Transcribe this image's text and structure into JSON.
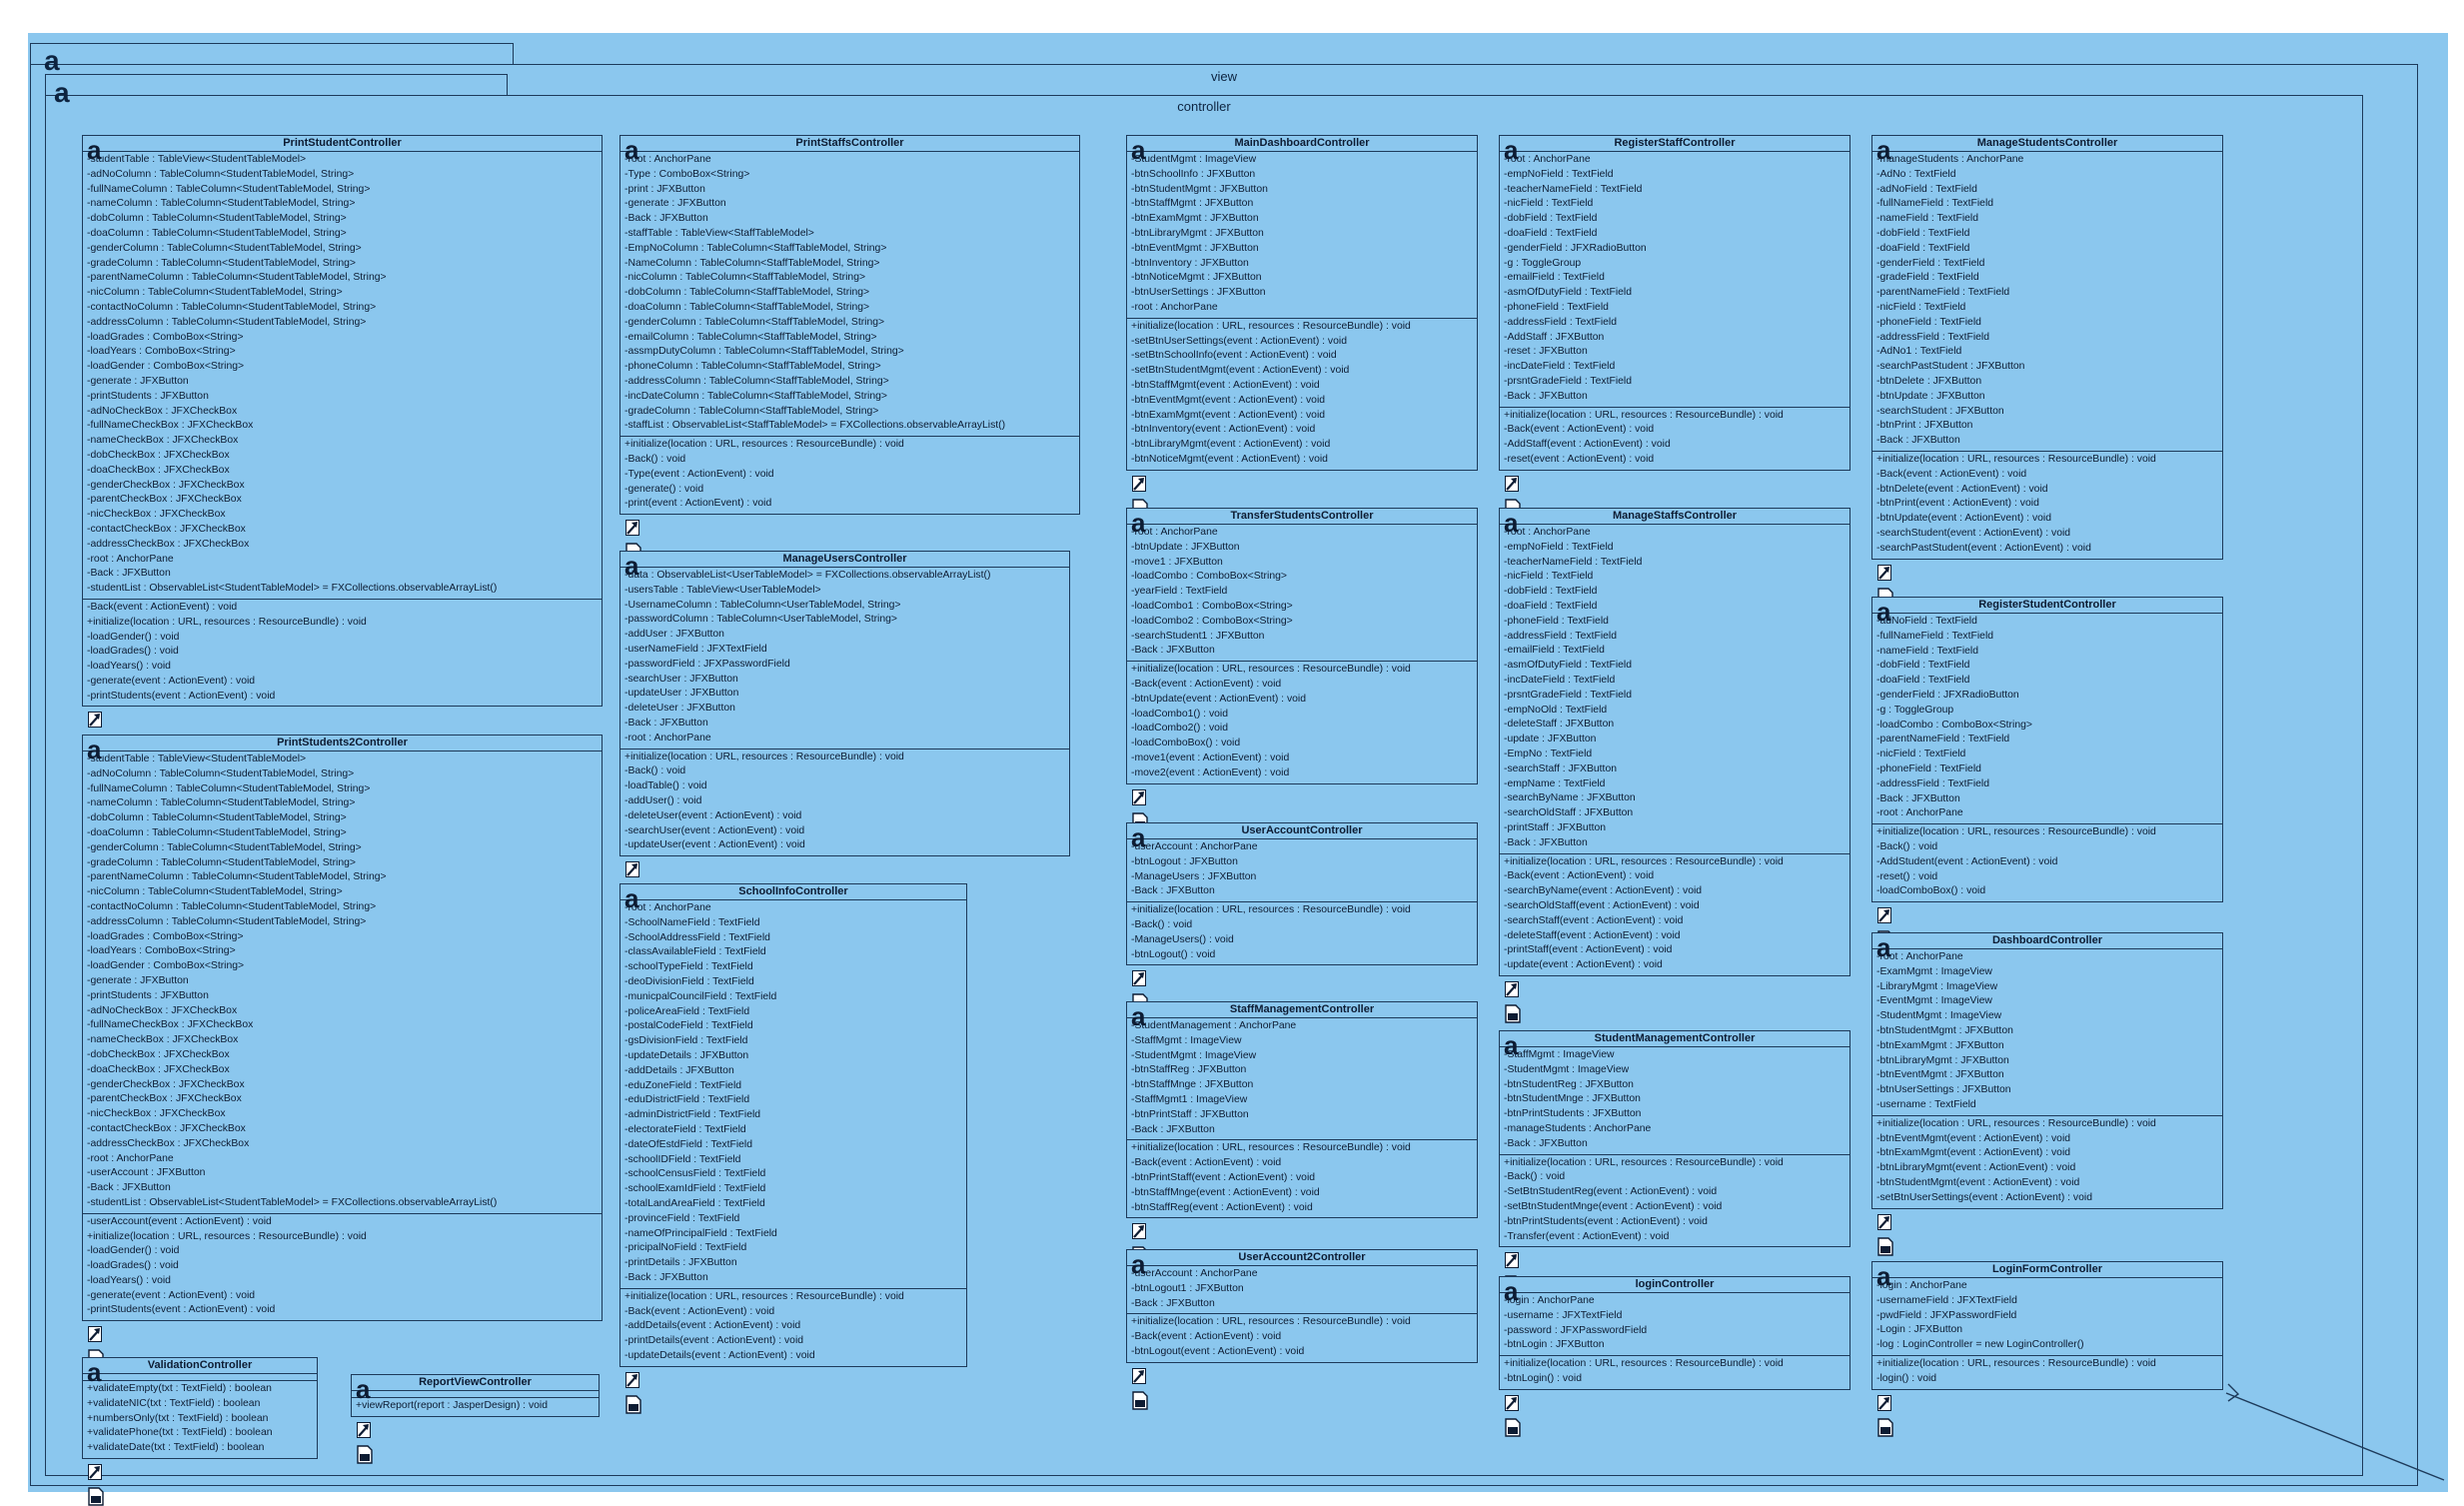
{
  "packages": {
    "outer": {
      "name": "view"
    },
    "inner": {
      "name": "controller"
    }
  },
  "classes": [
    {
      "name": "PrintStudentController",
      "attributes": [
        "-studentTable : TableView<StudentTableModel>",
        "-adNoColumn : TableColumn<StudentTableModel, String>",
        "-fullNameColumn : TableColumn<StudentTableModel, String>",
        "-nameColumn : TableColumn<StudentTableModel, String>",
        "-dobColumn : TableColumn<StudentTableModel, String>",
        "-doaColumn : TableColumn<StudentTableModel, String>",
        "-genderColumn : TableColumn<StudentTableModel, String>",
        "-gradeColumn : TableColumn<StudentTableModel, String>",
        "-parentNameColumn : TableColumn<StudentTableModel, String>",
        "-nicColumn : TableColumn<StudentTableModel, String>",
        "-contactNoColumn : TableColumn<StudentTableModel, String>",
        "-addressColumn : TableColumn<StudentTableModel, String>",
        "-loadGrades : ComboBox<String>",
        "-loadYears : ComboBox<String>",
        "-loadGender : ComboBox<String>",
        "-generate : JFXButton",
        "-printStudents : JFXButton",
        "-adNoCheckBox : JFXCheckBox",
        "-fullNameCheckBox : JFXCheckBox",
        "-nameCheckBox : JFXCheckBox",
        "-dobCheckBox : JFXCheckBox",
        "-doaCheckBox : JFXCheckBox",
        "-genderCheckBox : JFXCheckBox",
        "-parentCheckBox : JFXCheckBox",
        "-nicCheckBox : JFXCheckBox",
        "-contactCheckBox : JFXCheckBox",
        "-addressCheckBox : JFXCheckBox",
        "-root : AnchorPane",
        "-Back : JFXButton",
        "-studentList : ObservableList<StudentTableModel> = FXCollections.observableArrayList()"
      ],
      "operations": [
        "-Back(event : ActionEvent) : void",
        "+initialize(location : URL, resources : ResourceBundle) : void",
        "-loadGender() : void",
        "-loadGrades() : void",
        "-loadYears() : void",
        "-generate(event : ActionEvent) : void",
        "-printStudents(event : ActionEvent) : void"
      ]
    },
    {
      "name": "PrintStudents2Controller",
      "attributes": [
        "-studentTable : TableView<StudentTableModel>",
        "-adNoColumn : TableColumn<StudentTableModel, String>",
        "-fullNameColumn : TableColumn<StudentTableModel, String>",
        "-nameColumn : TableColumn<StudentTableModel, String>",
        "-dobColumn : TableColumn<StudentTableModel, String>",
        "-doaColumn : TableColumn<StudentTableModel, String>",
        "-genderColumn : TableColumn<StudentTableModel, String>",
        "-gradeColumn : TableColumn<StudentTableModel, String>",
        "-parentNameColumn : TableColumn<StudentTableModel, String>",
        "-nicColumn : TableColumn<StudentTableModel, String>",
        "-contactNoColumn : TableColumn<StudentTableModel, String>",
        "-addressColumn : TableColumn<StudentTableModel, String>",
        "-loadGrades : ComboBox<String>",
        "-loadYears : ComboBox<String>",
        "-loadGender : ComboBox<String>",
        "-generate : JFXButton",
        "-printStudents : JFXButton",
        "-adNoCheckBox : JFXCheckBox",
        "-fullNameCheckBox : JFXCheckBox",
        "-nameCheckBox : JFXCheckBox",
        "-dobCheckBox : JFXCheckBox",
        "-doaCheckBox : JFXCheckBox",
        "-genderCheckBox : JFXCheckBox",
        "-parentCheckBox : JFXCheckBox",
        "-nicCheckBox : JFXCheckBox",
        "-contactCheckBox : JFXCheckBox",
        "-addressCheckBox : JFXCheckBox",
        "-root : AnchorPane",
        "-userAccount : JFXButton",
        "-Back : JFXButton",
        "-studentList : ObservableList<StudentTableModel> = FXCollections.observableArrayList()"
      ],
      "operations": [
        "-userAccount(event : ActionEvent) : void",
        "+initialize(location : URL, resources : ResourceBundle) : void",
        "-loadGender() : void",
        "-loadGrades() : void",
        "-loadYears() : void",
        "-generate(event : ActionEvent) : void",
        "-printStudents(event : ActionEvent) : void"
      ]
    },
    {
      "name": "ValidationController",
      "attributes": [],
      "operations": [
        "+validateEmpty(txt : TextField) : boolean",
        "+validateNIC(txt : TextField) : boolean",
        "+numbersOnly(txt : TextField) : boolean",
        "+validatePhone(txt : TextField) : boolean",
        "+validateDate(txt : TextField) : boolean"
      ]
    },
    {
      "name": "ReportViewController",
      "attributes": [],
      "operations": [
        "+viewReport(report : JasperDesign) : void"
      ]
    },
    {
      "name": "PrintStaffsController",
      "attributes": [
        "-root : AnchorPane",
        "-Type : ComboBox<String>",
        "-print : JFXButton",
        "-generate : JFXButton",
        "-Back : JFXButton",
        "-staffTable : TableView<StaffTableModel>",
        "-EmpNoColumn : TableColumn<StaffTableModel, String>",
        "-NameColumn : TableColumn<StaffTableModel, String>",
        "-nicColumn : TableColumn<StaffTableModel, String>",
        "-dobColumn : TableColumn<StaffTableModel, String>",
        "-doaColumn : TableColumn<StaffTableModel, String>",
        "-genderColumn : TableColumn<StaffTableModel, String>",
        "-emailColumn : TableColumn<StaffTableModel, String>",
        "-assmpDutyColumn : TableColumn<StaffTableModel, String>",
        "-phoneColumn : TableColumn<StaffTableModel, String>",
        "-addressColumn : TableColumn<StaffTableModel, String>",
        "-incDateColumn : TableColumn<StaffTableModel, String>",
        "-gradeColumn : TableColumn<StaffTableModel, String>",
        "-staffList : ObservableList<StaffTableModel> = FXCollections.observableArrayList()"
      ],
      "operations": [
        "+initialize(location : URL, resources : ResourceBundle) : void",
        "-Back() : void",
        "-Type(event : ActionEvent) : void",
        "-generate() : void",
        "-print(event : ActionEvent) : void"
      ]
    },
    {
      "name": "ManageUsersController",
      "attributes": [
        "-data : ObservableList<UserTableModel> = FXCollections.observableArrayList()",
        "-usersTable : TableView<UserTableModel>",
        "-UsernameColumn : TableColumn<UserTableModel, String>",
        "-passwordColumn : TableColumn<UserTableModel, String>",
        "-addUser : JFXButton",
        "-userNameField : JFXTextField",
        "-passwordField : JFXPasswordField",
        "-searchUser : JFXButton",
        "-updateUser : JFXButton",
        "-deleteUser : JFXButton",
        "-Back : JFXButton",
        "-root : AnchorPane"
      ],
      "operations": [
        "+initialize(location : URL, resources : ResourceBundle) : void",
        "-Back() : void",
        "-loadTable() : void",
        "-addUser() : void",
        "-deleteUser(event : ActionEvent) : void",
        "-searchUser(event : ActionEvent) : void",
        "-updateUser(event : ActionEvent) : void"
      ]
    },
    {
      "name": "SchoolInfoController",
      "attributes": [
        "-root : AnchorPane",
        "-SchoolNameField : TextField",
        "-SchoolAddressField : TextField",
        "-classAvailableField : TextField",
        "-schoolTypeField : TextField",
        "-deoDivisionField : TextField",
        "-municpalCouncilField : TextField",
        "-policeAreaField : TextField",
        "-postalCodeField : TextField",
        "-gsDivisionField : TextField",
        "-updateDetails : JFXButton",
        "-addDetails : JFXButton",
        "-eduZoneField : TextField",
        "-eduDistrictField : TextField",
        "-adminDistrictField : TextField",
        "-electorateField : TextField",
        "-dateOfEstdField : TextField",
        "-schoolIDField : TextField",
        "-schoolCensusField : TextField",
        "-schoolExamIdField : TextField",
        "-totalLandAreaField : TextField",
        "-provinceField : TextField",
        "-nameOfPrincipalField : TextField",
        "-pricipalNoField : TextField",
        "-printDetails : JFXButton",
        "-Back : JFXButton"
      ],
      "operations": [
        "+initialize(location : URL, resources : ResourceBundle) : void",
        "-Back(event : ActionEvent) : void",
        "-addDetails(event : ActionEvent) : void",
        "-printDetails(event : ActionEvent) : void",
        "-updateDetails(event : ActionEvent) : void"
      ]
    },
    {
      "name": "MainDashboardController",
      "attributes": [
        "-StudentMgmt : ImageView",
        "-btnSchoolInfo : JFXButton",
        "-btnStudentMgmt : JFXButton",
        "-btnStaffMgmt : JFXButton",
        "-btnExamMgmt : JFXButton",
        "-btnLibraryMgmt : JFXButton",
        "-btnEventMgmt : JFXButton",
        "-btnInventory : JFXButton",
        "-btnNoticeMgmt : JFXButton",
        "-btnUserSettings : JFXButton",
        "-root : AnchorPane"
      ],
      "operations": [
        "+initialize(location : URL, resources : ResourceBundle) : void",
        "-setBtnUserSettings(event : ActionEvent) : void",
        "-setBtnSchoolInfo(event : ActionEvent) : void",
        "-setBtnStudentMgmt(event : ActionEvent) : void",
        "-btnStaffMgmt(event : ActionEvent) : void",
        "-btnEventMgmt(event : ActionEvent) : void",
        "-btnExamMgmt(event : ActionEvent) : void",
        "-btnInventory(event : ActionEvent) : void",
        "-btnLibraryMgmt(event : ActionEvent) : void",
        "-btnNoticeMgmt(event : ActionEvent) : void"
      ]
    },
    {
      "name": "TransferStudentsController",
      "attributes": [
        "-root : AnchorPane",
        "-btnUpdate : JFXButton",
        "-move1 : JFXButton",
        "-loadCombo : ComboBox<String>",
        "-yearField : TextField",
        "-loadCombo1 : ComboBox<String>",
        "-loadCombo2 : ComboBox<String>",
        "-searchStudent1 : JFXButton",
        "-Back : JFXButton"
      ],
      "operations": [
        "+initialize(location : URL, resources : ResourceBundle) : void",
        "-Back(event : ActionEvent) : void",
        "-btnUpdate(event : ActionEvent) : void",
        "-loadCombo1() : void",
        "-loadCombo2() : void",
        "-loadComboBox() : void",
        "-move1(event : ActionEvent) : void",
        "-move2(event : ActionEvent) : void"
      ]
    },
    {
      "name": "UserAccountController",
      "attributes": [
        "-userAccount : AnchorPane",
        "-btnLogout : JFXButton",
        "-ManageUsers : JFXButton",
        "-Back : JFXButton"
      ],
      "operations": [
        "+initialize(location : URL, resources : ResourceBundle) : void",
        "-Back() : void",
        "-ManageUsers() : void",
        "-btnLogout() : void"
      ]
    },
    {
      "name": "StaffManagementController",
      "attributes": [
        "-StudentManagement : AnchorPane",
        "-StaffMgmt : ImageView",
        "-StudentMgmt : ImageView",
        "-btnStaffReg : JFXButton",
        "-btnStaffMnge : JFXButton",
        "-StaffMgmt1 : ImageView",
        "-btnPrintStaff : JFXButton",
        "-Back : JFXButton"
      ],
      "operations": [
        "+initialize(location : URL, resources : ResourceBundle) : void",
        "-Back(event : ActionEvent) : void",
        "-btnPrintStaff(event : ActionEvent) : void",
        "-btnStaffMnge(event : ActionEvent) : void",
        "-btnStaffReg(event : ActionEvent) : void"
      ]
    },
    {
      "name": "UserAccount2Controller",
      "attributes": [
        "-userAccount : AnchorPane",
        "-btnLogout1 : JFXButton",
        "-Back : JFXButton"
      ],
      "operations": [
        "+initialize(location : URL, resources : ResourceBundle) : void",
        "-Back(event : ActionEvent) : void",
        "-btnLogout(event : ActionEvent) : void"
      ]
    },
    {
      "name": "RegisterStaffController",
      "attributes": [
        "-root : AnchorPane",
        "-empNoField : TextField",
        "-teacherNameField : TextField",
        "-nicField : TextField",
        "-dobField : TextField",
        "-doaField : TextField",
        "-genderField : JFXRadioButton",
        "-g : ToggleGroup",
        "-emailField : TextField",
        "-asmOfDutyField : TextField",
        "-phoneField : TextField",
        "-addressField : TextField",
        "-AddStaff : JFXButton",
        "-reset : JFXButton",
        "-incDateField : TextField",
        "-prsntGradeField : TextField",
        "-Back : JFXButton"
      ],
      "operations": [
        "+initialize(location : URL, resources : ResourceBundle) : void",
        "-Back(event : ActionEvent) : void",
        "-AddStaff(event : ActionEvent) : void",
        "-reset(event : ActionEvent) : void"
      ]
    },
    {
      "name": "ManageStaffsController",
      "attributes": [
        "-root : AnchorPane",
        "-empNoField : TextField",
        "-teacherNameField : TextField",
        "-nicField : TextField",
        "-dobField : TextField",
        "-doaField : TextField",
        "-phoneField : TextField",
        "-addressField : TextField",
        "-emailField : TextField",
        "-asmOfDutyField : TextField",
        "-incDateField : TextField",
        "-prsntGradeField : TextField",
        "-empNoOld : TextField",
        "-deleteStaff : JFXButton",
        "-update : JFXButton",
        "-EmpNo : TextField",
        "-searchStaff : JFXButton",
        "-empName : TextField",
        "-searchByName : JFXButton",
        "-searchOldStaff : JFXButton",
        "-printStaff : JFXButton",
        "-Back : JFXButton"
      ],
      "operations": [
        "+initialize(location : URL, resources : ResourceBundle) : void",
        "-Back(event : ActionEvent) : void",
        "-searchByName(event : ActionEvent) : void",
        "-searchOldStaff(event : ActionEvent) : void",
        "-searchStaff(event : ActionEvent) : void",
        "-deleteStaff(event : ActionEvent) : void",
        "-printStaff(event : ActionEvent) : void",
        "-update(event : ActionEvent) : void"
      ]
    },
    {
      "name": "StudentManagementController",
      "attributes": [
        "-StaffMgmt : ImageView",
        "-StudentMgmt : ImageView",
        "-btnStudentReg : JFXButton",
        "-btnStudentMnge : JFXButton",
        "-btnPrintStudents : JFXButton",
        "-manageStudents : AnchorPane",
        "-Back : JFXButton"
      ],
      "operations": [
        "+initialize(location : URL, resources : ResourceBundle) : void",
        "-Back() : void",
        "-SetBtnStudentReg(event : ActionEvent) : void",
        "-setBtnStudentMnge(event : ActionEvent) : void",
        "-btnPrintStudents(event : ActionEvent) : void",
        "-Transfer(event : ActionEvent) : void"
      ]
    },
    {
      "name": "loginController",
      "attributes": [
        "-login : AnchorPane",
        "-username : JFXTextField",
        "-password : JFXPasswordField",
        "-btnLogin : JFXButton"
      ],
      "operations": [
        "+initialize(location : URL, resources : ResourceBundle) : void",
        "-btnLogin() : void"
      ]
    },
    {
      "name": "ManageStudentsController",
      "attributes": [
        "-manageStudents : AnchorPane",
        "-AdNo : TextField",
        "-adNoField : TextField",
        "-fullNameField : TextField",
        "-nameField : TextField",
        "-dobField : TextField",
        "-doaField : TextField",
        "-genderField : TextField",
        "-gradeField : TextField",
        "-parentNameField : TextField",
        "-nicField : TextField",
        "-phoneField : TextField",
        "-addressField : TextField",
        "-AdNo1 : TextField",
        "-searchPastStudent : JFXButton",
        "-btnDelete : JFXButton",
        "-btnUpdate : JFXButton",
        "-searchStudent : JFXButton",
        "-btnPrint : JFXButton",
        "-Back : JFXButton"
      ],
      "operations": [
        "+initialize(location : URL, resources : ResourceBundle) : void",
        "-Back(event : ActionEvent) : void",
        "-btnDelete(event : ActionEvent) : void",
        "-btnPrint(event : ActionEvent) : void",
        "-btnUpdate(event : ActionEvent) : void",
        "-searchStudent(event : ActionEvent) : void",
        "-searchPastStudent(event : ActionEvent) : void"
      ]
    },
    {
      "name": "RegisterStudentController",
      "attributes": [
        "-adNoField : TextField",
        "-fullNameField : TextField",
        "-nameField : TextField",
        "-dobField : TextField",
        "-doaField : TextField",
        "-genderField : JFXRadioButton",
        "-g : ToggleGroup",
        "-loadCombo : ComboBox<String>",
        "-parentNameField : TextField",
        "-nicField : TextField",
        "-phoneField : TextField",
        "-addressField : TextField",
        "-Back : JFXButton",
        "-root : AnchorPane"
      ],
      "operations": [
        "+initialize(location : URL, resources : ResourceBundle) : void",
        "-Back() : void",
        "-AddStudent(event : ActionEvent) : void",
        "-reset() : void",
        "-loadComboBox() : void"
      ]
    },
    {
      "name": "DashboardController",
      "attributes": [
        "-root : AnchorPane",
        "-ExamMgmt : ImageView",
        "-LibraryMgmt : ImageView",
        "-EventMgmt : ImageView",
        "-StudentMgmt : ImageView",
        "-btnStudentMgmt : JFXButton",
        "-btnExamMgmt : JFXButton",
        "-btnLibraryMgmt : JFXButton",
        "-btnEventMgmt : JFXButton",
        "-btnUserSettings : JFXButton",
        "-username : TextField"
      ],
      "operations": [
        "+initialize(location : URL, resources : ResourceBundle) : void",
        "-btnEventMgmt(event : ActionEvent) : void",
        "-btnExamMgmt(event : ActionEvent) : void",
        "-btnLibraryMgmt(event : ActionEvent) : void",
        "-btnStudentMgmt(event : ActionEvent) : void",
        "-setBtnUserSettings(event : ActionEvent) : void"
      ]
    },
    {
      "name": "LoginFormController",
      "attributes": [
        "-login : AnchorPane",
        "-usernameField : JFXTextField",
        "-pwdField : JFXPasswordField",
        "-Login : JFXButton",
        "-log : LoginController = new LoginController()"
      ],
      "operations": [
        "+initialize(location : URL, resources : ResourceBundle) : void",
        "-login() : void"
      ]
    }
  ]
}
